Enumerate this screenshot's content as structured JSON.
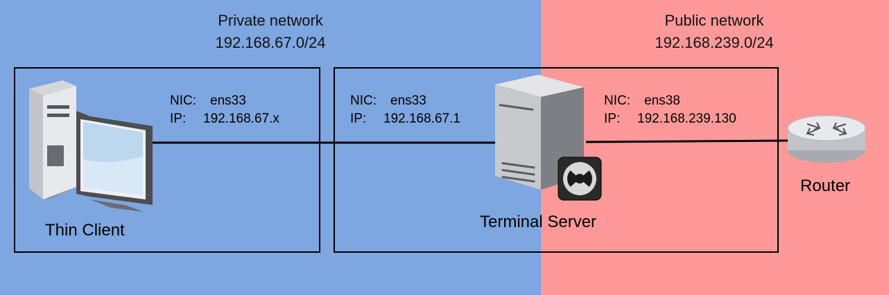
{
  "zones": {
    "private": {
      "title": "Private network",
      "subnet": "192.168.67.0/24",
      "color": "#7ea6e0"
    },
    "public": {
      "title": "Public network",
      "subnet": "192.168.239.0/24",
      "color": "#ff9999"
    }
  },
  "thin_client": {
    "name": "Thin Client",
    "nic_label": "NIC:",
    "nic": "ens33",
    "ip_label": "IP:",
    "ip": "192.168.67.x"
  },
  "terminal_server": {
    "name": "Terminal Server",
    "private_nic": {
      "nic_label": "NIC:",
      "nic": "ens33",
      "ip_label": "IP:",
      "ip": "192.168.67.1"
    },
    "public_nic": {
      "nic_label": "NIC:",
      "nic": "ens38",
      "ip_label": "IP:",
      "ip": "192.168.239.130"
    }
  },
  "router": {
    "name": "Router"
  },
  "icons": {
    "thin_client": "desktop-computer-icon",
    "server": "server-icon",
    "router": "router-icon",
    "badge": "ltsp-badge-icon"
  }
}
